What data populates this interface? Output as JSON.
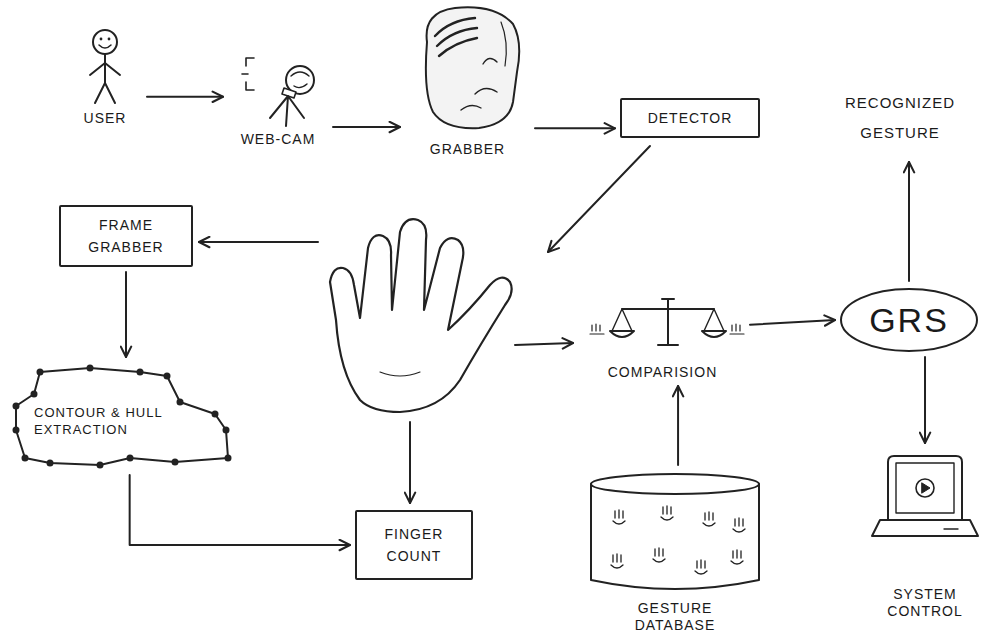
{
  "diagram": {
    "nodes": [
      {
        "text": [
          "USER"
        ]
      },
      {
        "text": [
          "WEB-CAM"
        ]
      },
      {
        "text": [
          "GRABBER"
        ]
      },
      {
        "text": [
          "DETECTOR"
        ]
      },
      {
        "text": [
          "FRAME GRABBER"
        ]
      },
      {
        "text": [
          "CONTOUR & HULL EXTRACTION"
        ]
      },
      {
        "text": [
          "COMPARISION"
        ]
      },
      {
        "text": [
          "GRS"
        ]
      },
      {
        "text": [
          "FINGER COUNT"
        ]
      },
      {
        "text": [
          "GESTURE DATABASE"
        ]
      },
      {
        "text": [
          "SYSTEM CONTROL"
        ]
      }
    ],
    "edges": [
      {
        "from": 0,
        "to": 1,
        "arrow": "to"
      },
      {
        "from": 1,
        "to": 2,
        "arrow": "to"
      },
      {
        "from": 2,
        "to": 3,
        "arrow": "to"
      },
      {
        "from": 4,
        "to": 5,
        "arrow": "to"
      },
      {
        "from": 5,
        "to": 8,
        "arrow": "to"
      },
      {
        "from": 9,
        "to": 6,
        "arrow": "to"
      },
      {
        "from": 6,
        "to": 7,
        "arrow": "to"
      },
      {
        "from": 7,
        "to": 10,
        "arrow": "to"
      }
    ],
    "labels": [
      "RECOGNIZED GESTURE"
    ]
  }
}
